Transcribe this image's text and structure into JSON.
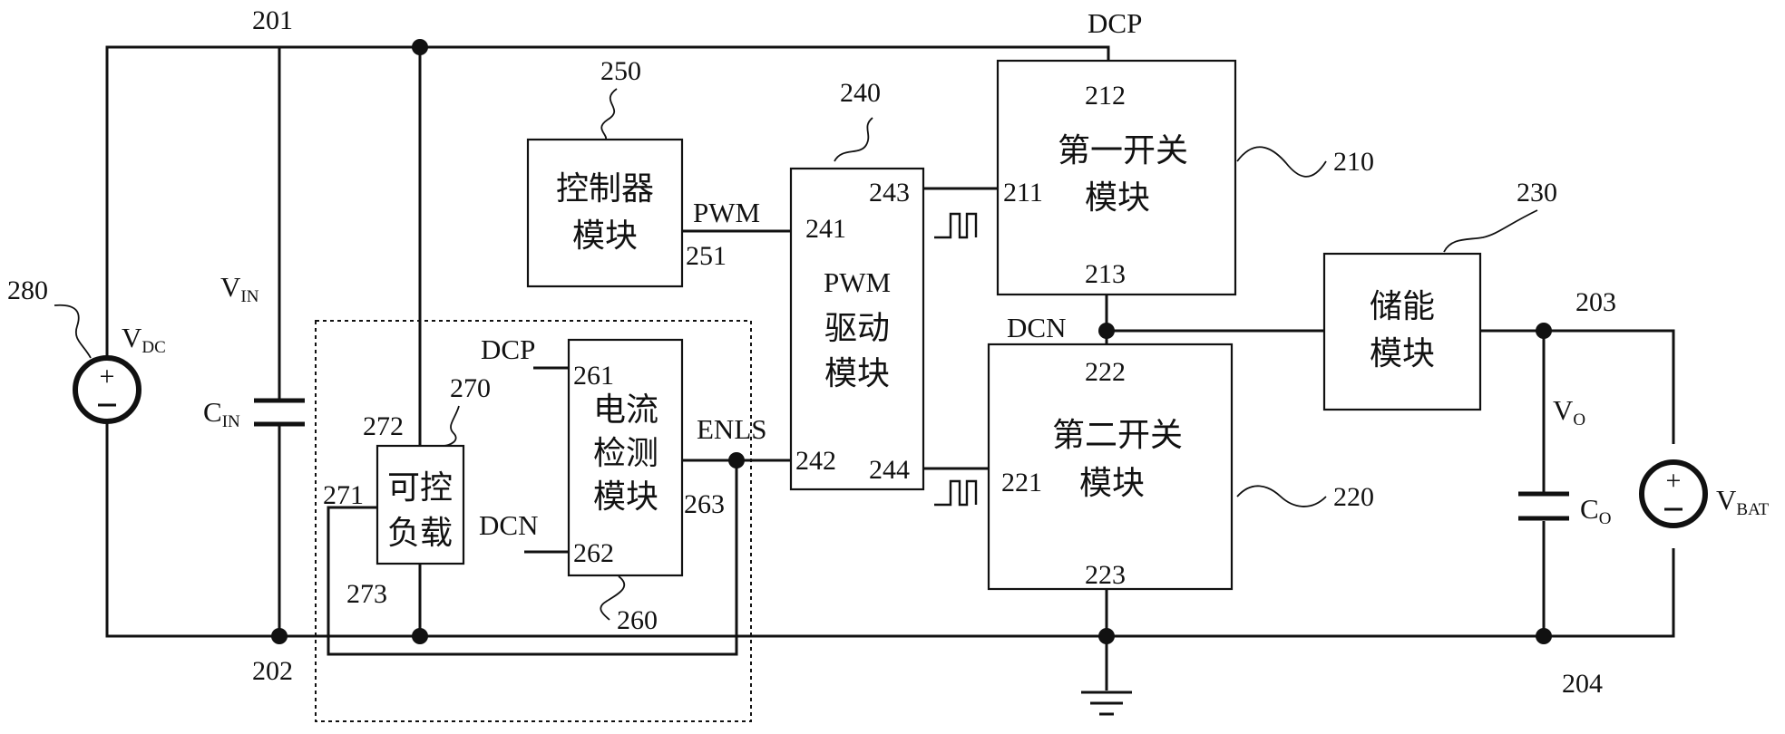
{
  "nodes": {
    "n201": "201",
    "n202": "202",
    "n203": "203",
    "n204": "204"
  },
  "rails": {
    "dcp_top": "DCP",
    "dcn_mid": "DCN"
  },
  "sources": {
    "vdc": {
      "ref": "280",
      "label_main": "V",
      "label_sub": "DC"
    },
    "vbat": {
      "label_main": "V",
      "label_sub": "BAT"
    }
  },
  "capacitors": {
    "cin": {
      "label_main": "C",
      "label_sub": "IN",
      "v_main": "V",
      "v_sub": "IN"
    },
    "co": {
      "label_main": "C",
      "label_sub": "O",
      "v_main": "V",
      "v_sub": "O"
    }
  },
  "controller": {
    "ref": "250",
    "line1": "控制器",
    "line2": "模块",
    "pin_out": "251",
    "signal": "PWM"
  },
  "pwm_driver": {
    "ref": "240",
    "line1": "PWM",
    "line2": "驱动",
    "line3": "模块",
    "pin241": "241",
    "pin242": "242",
    "pin243": "243",
    "pin244": "244"
  },
  "switch1": {
    "ref": "210",
    "line1": "第一开关",
    "line2": "模块",
    "pin211": "211",
    "pin212": "212",
    "pin213": "213"
  },
  "switch2": {
    "ref": "220",
    "line1": "第二开关",
    "line2": "模块",
    "pin221": "221",
    "pin222": "222",
    "pin223": "223"
  },
  "storage": {
    "ref": "230",
    "line1": "储能",
    "line2": "模块"
  },
  "current_detect": {
    "ref": "260",
    "line1": "电流",
    "line2": "检测",
    "line3": "模块",
    "pin261": "261",
    "pin262": "262",
    "pin263": "263",
    "in_dcp": "DCP",
    "in_dcn": "DCN",
    "signal": "ENLS"
  },
  "load": {
    "ref": "270",
    "line1": "可控",
    "line2": "负载",
    "pin271": "271",
    "pin272": "272",
    "pin273": "273"
  }
}
